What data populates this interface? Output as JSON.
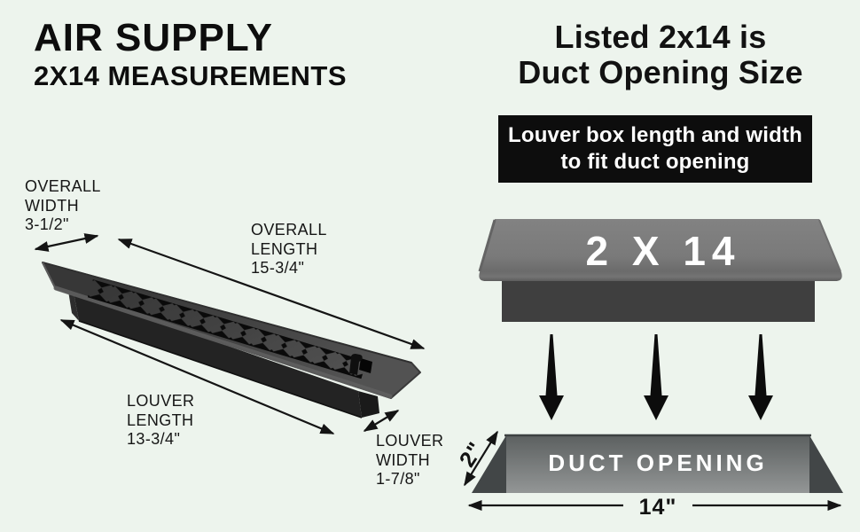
{
  "title": {
    "line1": "AIR SUPPLY",
    "line2": "2X14 MEASUREMENTS"
  },
  "left_diagram": {
    "labels": {
      "overall_width": {
        "l1": "OVERALL",
        "l2": "WIDTH",
        "l3": "3-1/2\""
      },
      "overall_length": {
        "l1": "OVERALL",
        "l2": "LENGTH",
        "l3": "15-3/4\""
      },
      "louver_length": {
        "l1": "LOUVER",
        "l2": "LENGTH",
        "l3": "13-3/4\""
      },
      "louver_width": {
        "l1": "LOUVER",
        "l2": "WIDTH",
        "l3": "1-7/8\""
      }
    }
  },
  "right_diagram": {
    "heading": {
      "line1": "Listed 2x14 is",
      "line2": "Duct Opening Size"
    },
    "banner": {
      "line1": "Louver box length and width",
      "line2": "to fit duct opening"
    },
    "size_plate_label": "2 X 14",
    "duct_opening_label": "DUCT OPENING",
    "duct_width_dim": "2\"",
    "duct_length_dim": "14\""
  },
  "colors": {
    "background": "#edf4ed",
    "banner_bg": "#0d0d0d",
    "banner_text": "#ffffff",
    "size_plate_gray": "#7b7b7b",
    "duct_box_gray": "#3f3f3f",
    "duct_side_gray": "#424647",
    "vent_charcoal": "#3c3c3c",
    "arrow_black": "#141414"
  }
}
